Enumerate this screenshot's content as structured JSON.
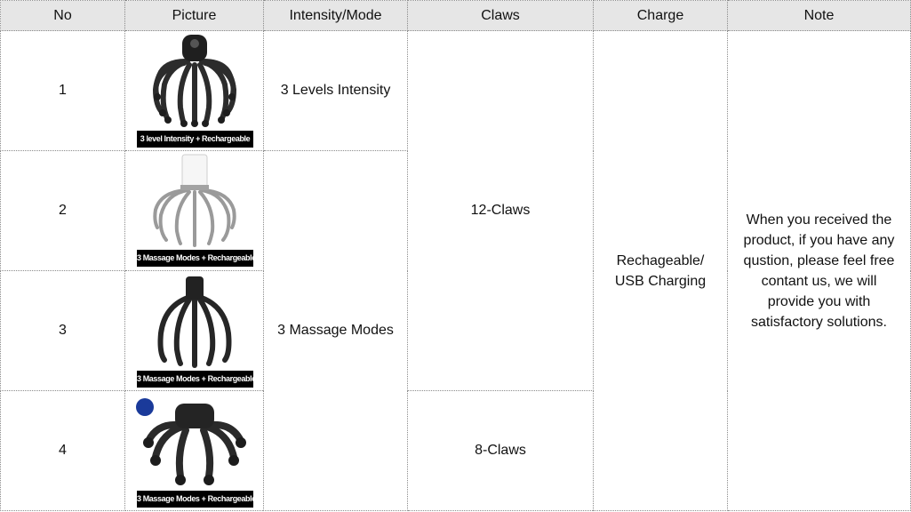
{
  "header": {
    "no": "No",
    "picture": "Picture",
    "intensity_mode": "Intensity/Mode",
    "claws": "Claws",
    "charge": "Charge",
    "note": "Note"
  },
  "colors": {
    "header_bg": "#e6e6e6",
    "note_header": "#e00000"
  },
  "rows": [
    {
      "no": "1",
      "picture_label": "3 level Intensity + Rechargeable",
      "picture_icon": "12-claw-head-massager-black-icon"
    },
    {
      "no": "2",
      "picture_label": "3 Massage Modes + Rechargeable",
      "picture_icon": "12-claw-head-massager-white-grey-icon"
    },
    {
      "no": "3",
      "picture_label": "3 Massage Modes + Rechargeable",
      "picture_icon": "12-claw-head-massager-black-tall-icon"
    },
    {
      "no": "4",
      "picture_label": "3 Massage Modes + Rechargeable",
      "picture_icon": "8-claw-head-massager-icon"
    }
  ],
  "intensity": {
    "row1": "3 Levels Intensity",
    "rows2_4": "3 Massage Modes"
  },
  "claws": {
    "rows1_3": "12-Claws",
    "row4": "8-Claws"
  },
  "charge": {
    "line1": "Rechageable/",
    "line2": "USB Charging"
  },
  "note": {
    "lines": [
      "When you received the",
      "product, if you have any",
      "qustion, please feel free",
      "contant us, we will",
      "provide you with",
      "satisfactory solutions."
    ]
  }
}
